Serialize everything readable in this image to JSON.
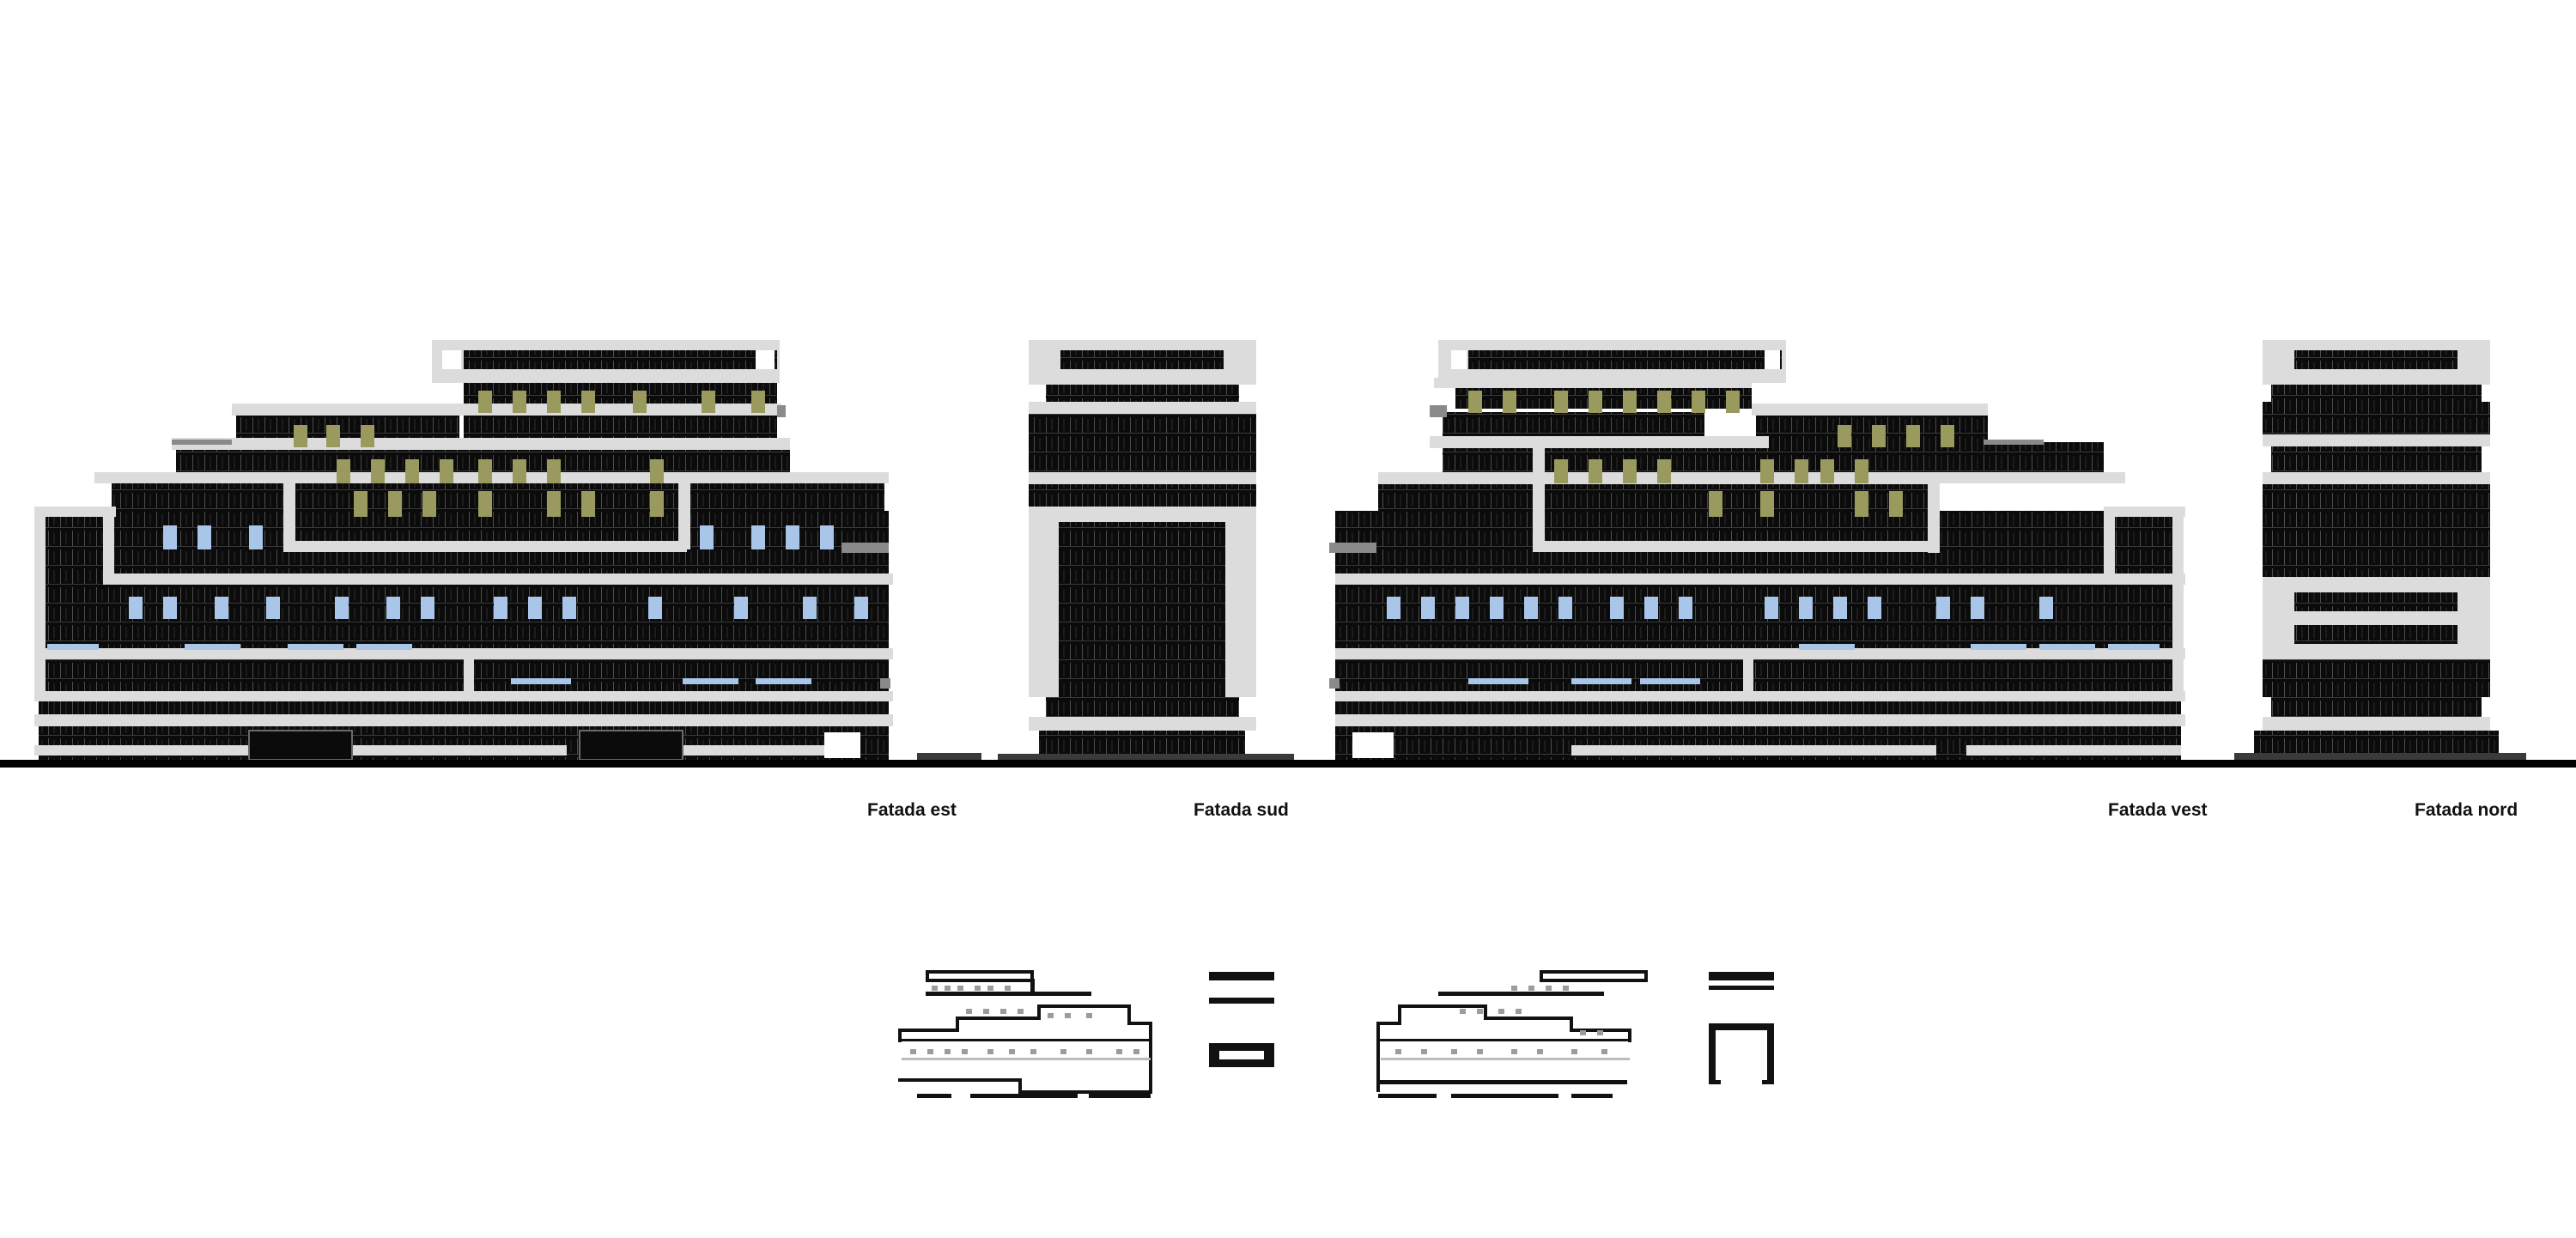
{
  "elevations": {
    "east": {
      "label": "Fatada est"
    },
    "south": {
      "label": "Fatada sud"
    },
    "west": {
      "label": "Fatada vest"
    },
    "north": {
      "label": "Fatada nord"
    }
  },
  "colors": {
    "background": "#ffffff",
    "facade": "#0b0b0b",
    "slab": "#dcdcdc",
    "accent_olive": "#9a9a5e",
    "accent_blue": "#a9c6e8",
    "ground": "#000000"
  }
}
